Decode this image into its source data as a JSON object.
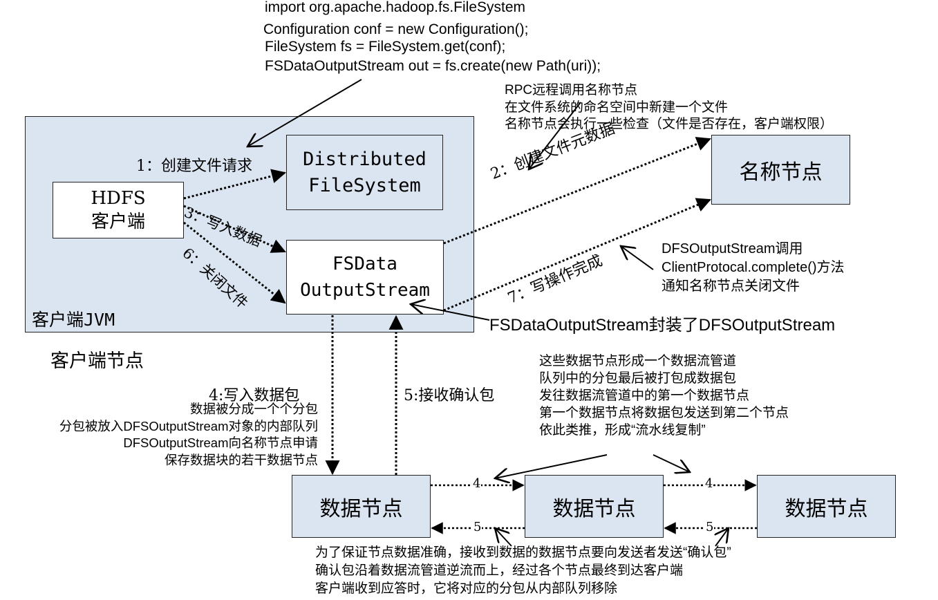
{
  "code_snippet": {
    "lines": [
      "import org.apache.hadoop.fs.FileSystem",
      "Configuration conf = new Configuration();",
      "FileSystem fs = FileSystem.get(conf);",
      "FSDataOutputStream out = fs.create(new Path(uri));"
    ]
  },
  "client_jvm": {
    "label": "客户端JVM",
    "node_label": "客户端节点",
    "hdfs_client": [
      "HDFS",
      "客户端"
    ],
    "distributed_fs": [
      "Distributed",
      "FileSystem"
    ],
    "fsdata_stream": [
      "FSData",
      "OutputStream"
    ]
  },
  "namenode": {
    "label": "名称节点"
  },
  "datanodes": [
    {
      "label": "数据节点"
    },
    {
      "label": "数据节点"
    },
    {
      "label": "数据节点"
    }
  ],
  "steps": {
    "s1": "1：创建文件请求",
    "s2": "2：创建文件元数据",
    "s3": "3：写入数据",
    "s4": "4:写入数据包",
    "s5": "5:接收确认包",
    "s6": "6：关闭文件",
    "s7": "7：写操作完成"
  },
  "pipeline_labels": {
    "forward_1": "4",
    "forward_2": "4",
    "back_1": "5",
    "back_2": "5"
  },
  "annotations": {
    "rpc_note": [
      "RPC远程调用名称节点",
      "在文件系统的命名空间中新建一个文件",
      "名称节点会执行一些检查（文件是否存在，客户端权限）"
    ],
    "complete_note": [
      "DFSOutputStream调用",
      "ClientProtocal.complete()方法",
      "通知名称节点关闭文件"
    ],
    "wrap_note": "FSDataOutputStream封装了DFSOutputStream",
    "packet_note": [
      "数据被分成一个个分包",
      "分包被放入DFSOutputStream对象的内部队列",
      "DFSOutputStream向名称节点申请",
      "保存数据块的若干数据节点"
    ],
    "pipeline_note": [
      "这些数据节点形成一个数据流管道",
      "队列中的分包最后被打包成数据包",
      "发往数据流管道中的第一个数据节点",
      "第一个数据节点将数据包发送到第二个节点",
      "依此类推，形成“流水线复制”"
    ],
    "ack_note": [
      "为了保证节点数据准确，接收到数据的数据节点要向发送者发送“确认包”",
      "确认包沿着数据流管道逆流而上，经过各个节点最终到达客户端",
      "客户端收到应答时，它将对应的分包从内部队列移除"
    ]
  },
  "colors": {
    "box_fill": "#dbe5f1",
    "jvm_fill": "#dbe5f1",
    "stroke": "#000000"
  }
}
